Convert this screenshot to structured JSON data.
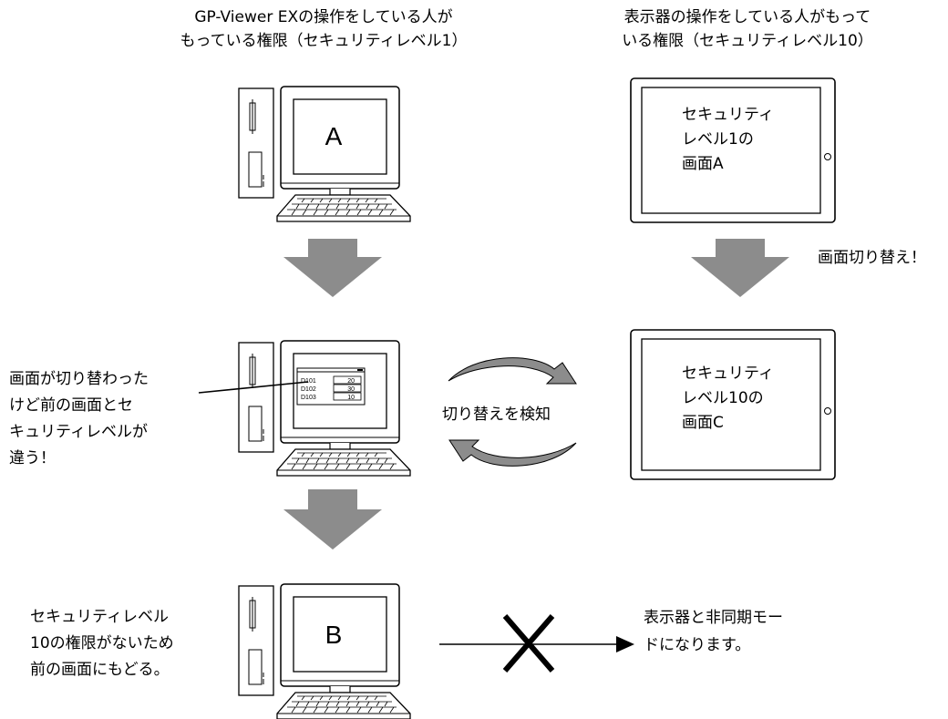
{
  "header": {
    "left_line1": "GP-Viewer EXの操作をしている人が",
    "left_line2": "もっている権限（セキュリティレベル1）",
    "right_line1": "表示器の操作をしている人がもって",
    "right_line2": "いる権限（セキュリティレベル10）"
  },
  "pc_top": {
    "screen_letter": "A"
  },
  "pc_bottom": {
    "screen_letter": "B"
  },
  "pc_middle_table": [
    {
      "address": "D101",
      "value": "20"
    },
    {
      "address": "D102",
      "value": "30"
    },
    {
      "address": "D103",
      "value": "10"
    }
  ],
  "display_top": {
    "line1": "セキュリティ",
    "line2": "レベル1の",
    "line3": "画面A"
  },
  "display_bottom": {
    "line1": "セキュリティ",
    "line2": "レベル10の",
    "line3": "画面C"
  },
  "labels": {
    "screen_switch": "画面切り替え！",
    "detect_switch": "切り替えを検知",
    "left_note_line1": "画面が切り替わった",
    "left_note_line2": "けど前の画面とセ",
    "left_note_line3": "キュリティレベルが",
    "left_note_line4": "違う！",
    "bottom_left_line1": "セキュリティレベル",
    "bottom_left_line2": "10の権限がないため",
    "bottom_left_line3": "前の画面にもどる。",
    "bottom_right_line1": "表示器と非同期モー",
    "bottom_right_line2": "ドになります。"
  },
  "colors": {
    "arrow_fill": "#8c8c8c",
    "outline": "#000000"
  }
}
